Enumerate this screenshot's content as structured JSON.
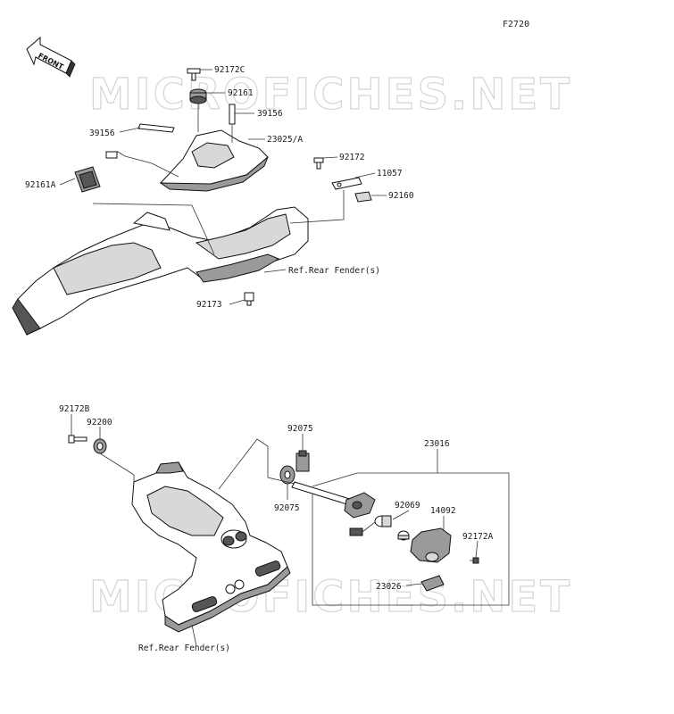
{
  "diagram": {
    "code": "F2720",
    "front_label": "FRONT",
    "watermark": "MICROFICHES.NET",
    "colors": {
      "ink": "#111111",
      "shade": "#9a9a9a",
      "watermark": "#d4d4d4"
    },
    "labels": {
      "p92172c": "92172C",
      "p92161": "92161",
      "p39156_right": "39156",
      "p39156_left": "39156",
      "p23025a": "23025/A",
      "p92172": "92172",
      "p11057": "11057",
      "p92160": "92160",
      "p92161a": "92161A",
      "ref_rear_fender_top": "Ref.Rear Fender(s)",
      "p92173": "92173",
      "p92172b": "92172B",
      "p92200": "92200",
      "p92075_top": "92075",
      "p92075_bottom": "92075",
      "p23016": "23016",
      "p92069": "92069",
      "p14092": "14092",
      "p92172a": "92172A",
      "p23026": "23026",
      "ref_rear_fender_bottom": "Ref.Rear Fender(s)"
    }
  }
}
